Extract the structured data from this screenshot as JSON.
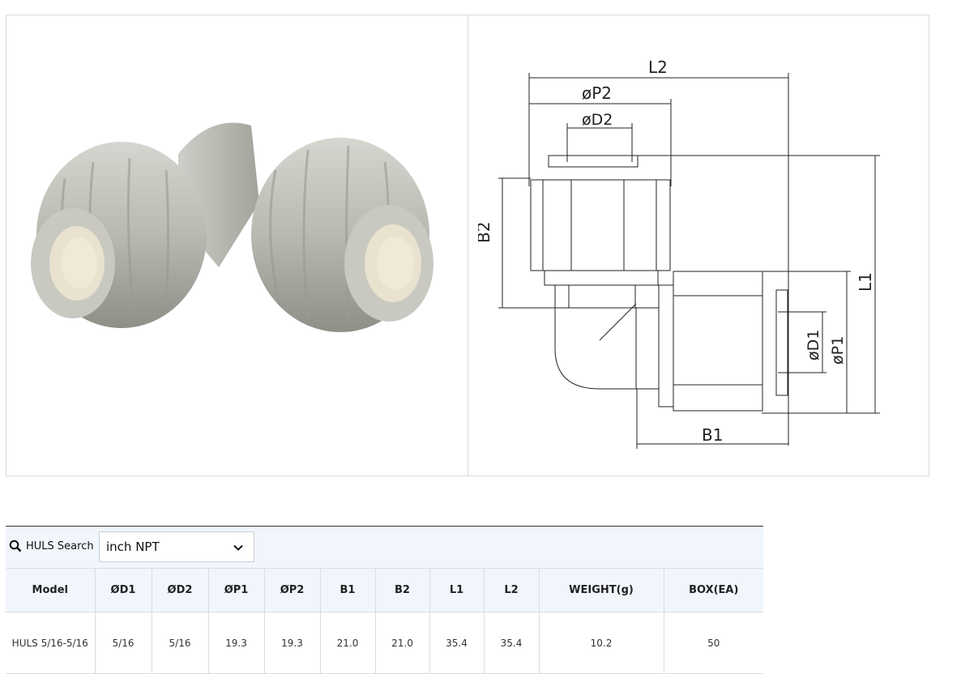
{
  "drawing": {
    "labels": {
      "l2": "L2",
      "p2": "øP2",
      "d2": "øD2",
      "b2": "B2",
      "l1": "L1",
      "d1": "øD1",
      "p1": "øP1",
      "b1": "B1"
    }
  },
  "search": {
    "label": "HULS Search",
    "selected": "inch NPT"
  },
  "table": {
    "headers": [
      "Model",
      "ØD1",
      "ØD2",
      "ØP1",
      "ØP2",
      "B1",
      "B2",
      "L1",
      "L2",
      "WEIGHT(g)",
      "BOX(EA)"
    ],
    "rows": [
      [
        "HULS 5/16-5/16",
        "5/16",
        "5/16",
        "19.3",
        "19.3",
        "21.0",
        "21.0",
        "35.4",
        "35.4",
        "10.2",
        "50"
      ]
    ]
  }
}
